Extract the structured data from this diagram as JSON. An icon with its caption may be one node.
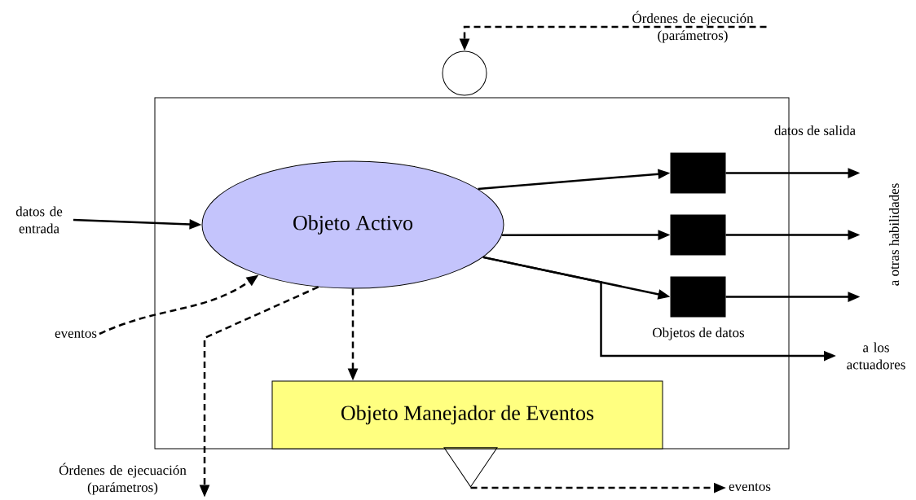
{
  "diagram": {
    "nodes": [
      {
        "text": [],
        "shape": "box"
      },
      {
        "text": [
          "Objeto Activo"
        ],
        "in": 0
      },
      {
        "text": [],
        "shape": "box",
        "in": 0
      },
      {
        "text": [],
        "shape": "box",
        "in": 0
      },
      {
        "text": [],
        "shape": "box",
        "in": 0
      },
      {
        "text": [
          "Objeto Manejador de Eventos"
        ],
        "in": 0
      },
      {
        "text": [],
        "shape": "circle"
      },
      {
        "text": [],
        "shape": "triangle"
      },
      {
        "text": [
          "Órdenes de ejecución (parámetros)"
        ]
      },
      {
        "text": [
          "datos de entrada"
        ]
      },
      {
        "text": [
          "eventos"
        ]
      },
      {
        "text": [
          "Órdenes de ejecuación (parámetros)"
        ]
      },
      {
        "text": [
          "eventos"
        ]
      },
      {
        "text": [
          "a los actuadores"
        ]
      }
    ],
    "edges": [
      {
        "from": 8,
        "to": 6,
        "arrow": "to",
        "style": "dashed"
      },
      {
        "from": 9,
        "to": 1,
        "arrow": "to"
      },
      {
        "from": 10,
        "to": 1,
        "arrow": "to",
        "style": "dashed"
      },
      {
        "from": 1,
        "to": 2,
        "arrow": "to"
      },
      {
        "from": 1,
        "to": 3,
        "arrow": "to"
      },
      {
        "from": 1,
        "to": 4,
        "arrow": "to"
      },
      {
        "from": 2,
        "to": null,
        "arrow": "to"
      },
      {
        "from": 3,
        "to": null,
        "arrow": "to"
      },
      {
        "from": 4,
        "to": null,
        "arrow": "to"
      },
      {
        "from": 1,
        "to": 13,
        "arrow": "to"
      },
      {
        "from": 1,
        "to": 5,
        "arrow": "to",
        "style": "dashed"
      },
      {
        "from": 1,
        "to": 11,
        "arrow": "to",
        "style": "dashed"
      },
      {
        "from": 7,
        "to": 12,
        "arrow": "to",
        "style": "dashed"
      }
    ],
    "labels": [
      "datos de salida",
      "a otras habilidades",
      "Objetos de datos"
    ]
  }
}
